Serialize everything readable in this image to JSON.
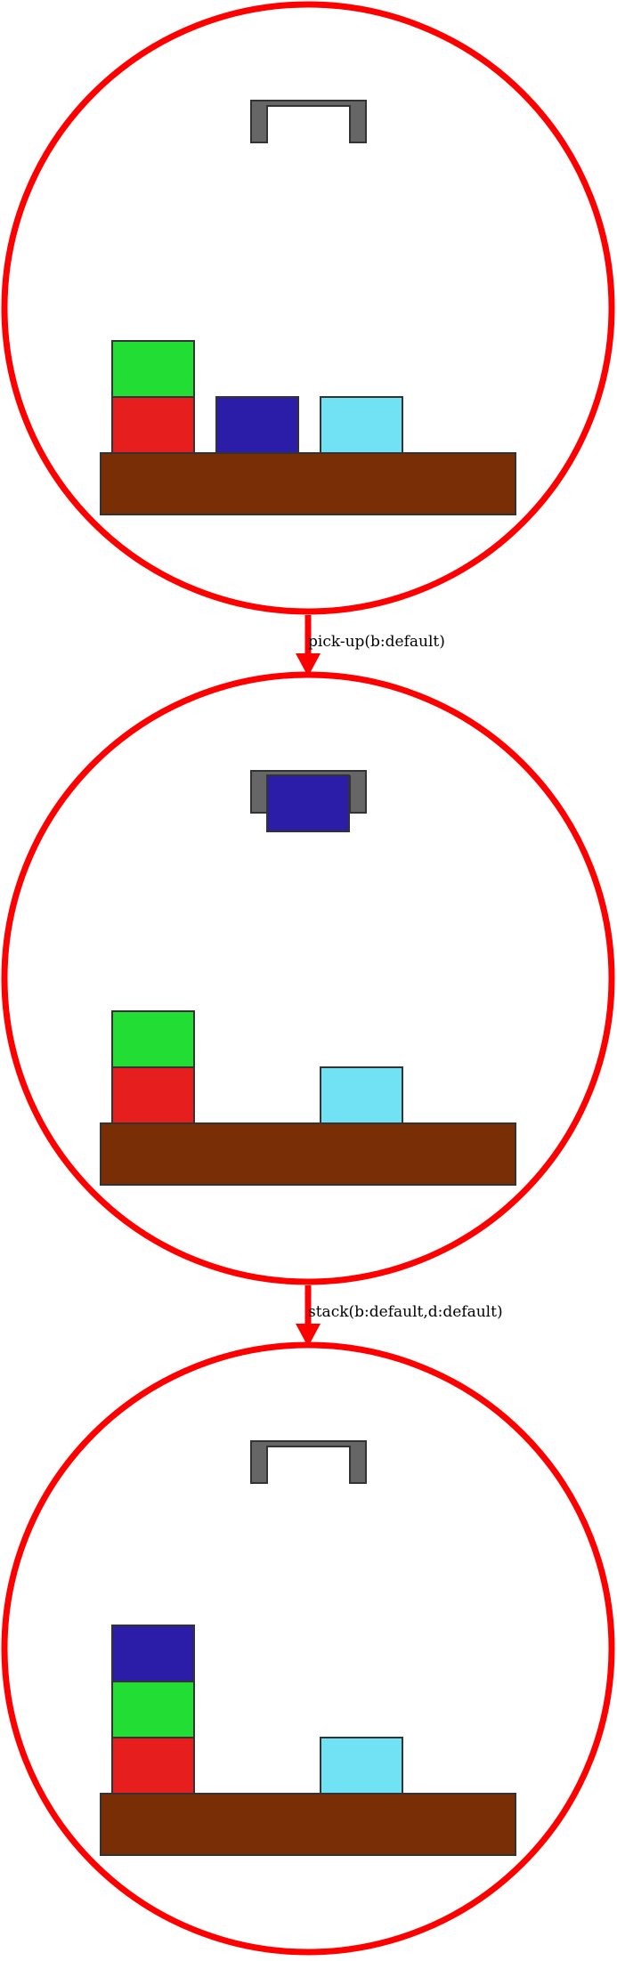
{
  "colors": {
    "ring": "#ff0000",
    "arrow": "#ff0000",
    "table": "#7a2e05",
    "gripper": "#666666",
    "outline": "#333333"
  },
  "states": [
    {
      "gripper": "open",
      "holding": null,
      "stacks": [
        {
          "slot": 0,
          "blocks": [
            {
              "name": "red",
              "color": "#e61e1e"
            },
            {
              "name": "green",
              "color": "#22dd33"
            }
          ]
        },
        {
          "slot": 1,
          "blocks": [
            {
              "name": "blue",
              "color": "#2c1da8"
            }
          ]
        },
        {
          "slot": 2,
          "blocks": [
            {
              "name": "cyan",
              "color": "#70e2f4"
            }
          ]
        }
      ]
    },
    {
      "gripper": "holding",
      "holding": {
        "name": "blue",
        "color": "#2c1da8"
      },
      "stacks": [
        {
          "slot": 0,
          "blocks": [
            {
              "name": "red",
              "color": "#e61e1e"
            },
            {
              "name": "green",
              "color": "#22dd33"
            }
          ]
        },
        {
          "slot": 2,
          "blocks": [
            {
              "name": "cyan",
              "color": "#70e2f4"
            }
          ]
        }
      ]
    },
    {
      "gripper": "open",
      "holding": null,
      "stacks": [
        {
          "slot": 0,
          "blocks": [
            {
              "name": "red",
              "color": "#e61e1e"
            },
            {
              "name": "green",
              "color": "#22dd33"
            },
            {
              "name": "blue",
              "color": "#2c1da8"
            }
          ]
        },
        {
          "slot": 2,
          "blocks": [
            {
              "name": "cyan",
              "color": "#70e2f4"
            }
          ]
        }
      ]
    }
  ],
  "actions": [
    {
      "label": "pick-up(b:default)"
    },
    {
      "label": "stack(b:default,d:default)"
    }
  ]
}
